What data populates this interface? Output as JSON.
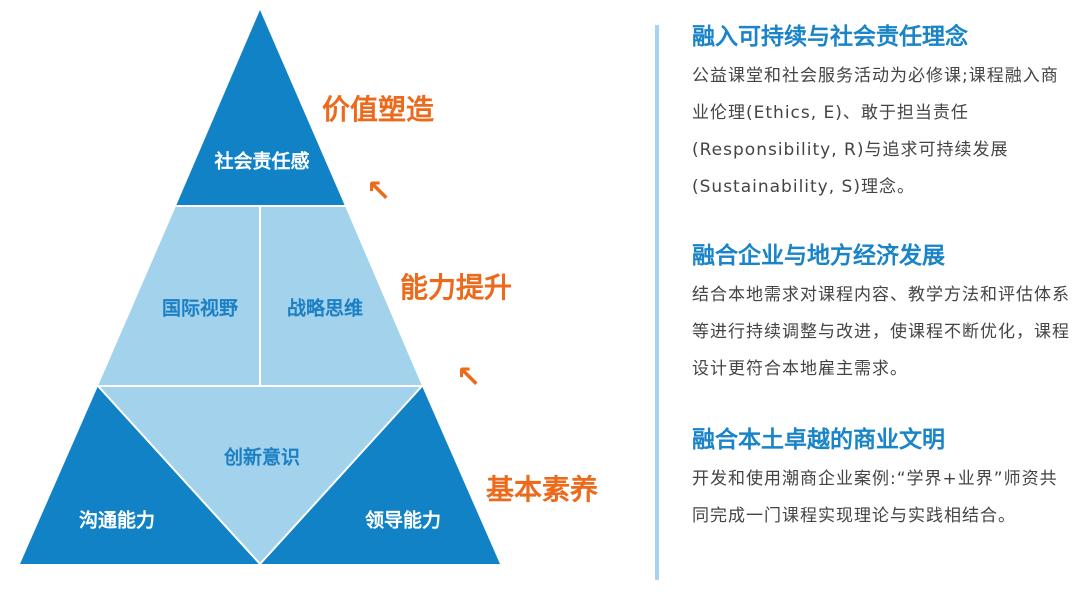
{
  "pyramid": {
    "top": "社会责任感",
    "middle_left": "国际视野",
    "middle_right": "战略思维",
    "bottom_center": "创新意识",
    "bottom_left": "沟通能力",
    "bottom_right": "领导能力",
    "colors": {
      "dark": "#1282c6",
      "light": "#a3d2ec",
      "accent": "#ec6a1c"
    }
  },
  "levels": [
    "价值塑造",
    "能力提升",
    "基本素养"
  ],
  "arrow_glyph": "↖",
  "sections": [
    {
      "title": "融入可持续与社会责任理念",
      "body": "公益课堂和社会服务活动为必修课;课程融入商业伦理(Ethics, E)、敢于担当责任(Responsibility, R)与追求可持续发展(Sustainability, S)理念。"
    },
    {
      "title": "融合企业与地方经济发展",
      "body": "结合本地需求对课程内容、教学方法和评估体系等进行持续调整与改进，使课程不断优化，课程设计更符合本地雇主需求。"
    },
    {
      "title": "融合本土卓越的商业文明",
      "body": "开发和使用潮商企业案例:“学界+业界”师资共同完成一门课程实现理论与实践相结合。"
    }
  ]
}
